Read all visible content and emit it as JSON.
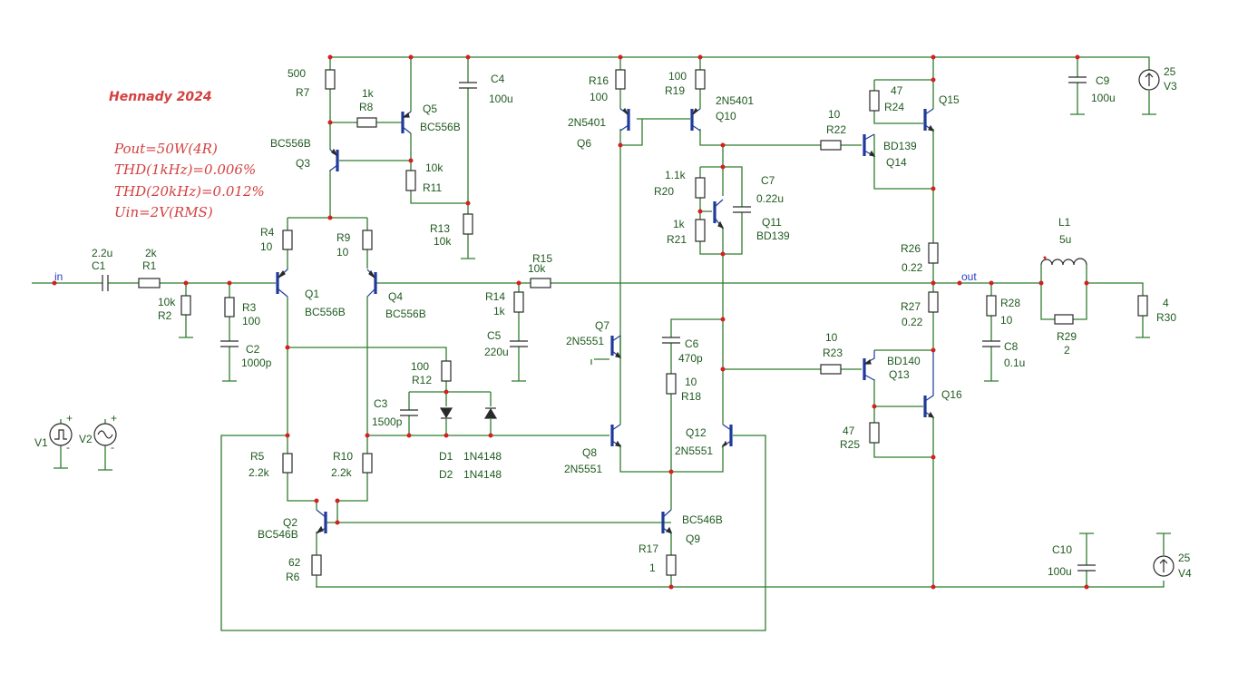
{
  "title": "Hennady 2024",
  "notes": [
    "Pout=50W(4R)",
    "THD(1kHz)=0.006%",
    "THD(20kHz)=0.012%",
    "Uin=2V(RMS)"
  ],
  "nets": {
    "input": "in",
    "output": "out"
  },
  "labels": {
    "C1": "C1",
    "C1_v": "2.2u",
    "R1": "R1",
    "R1_v": "2k",
    "R2": "R2",
    "R2_v": "10k",
    "R3": "R3",
    "R3_v": "100",
    "C2": "C2",
    "C2_v": "1000p",
    "R4": "R4",
    "R4_v": "10",
    "Q1": "Q1",
    "Q1_t": "BC556B",
    "R9": "R9",
    "R9_v": "10",
    "Q4": "Q4",
    "Q4_t": "BC556B",
    "R7": "R7",
    "R7_v": "500",
    "R8": "R8",
    "R8_v": "1k",
    "Q5": "Q5",
    "Q5_t": "BC556B",
    "Q3": "Q3",
    "Q3_t": "BC556B",
    "R11": "R11",
    "R11_v": "10k",
    "C4": "C4",
    "C4_v": "100u",
    "R13": "R13",
    "R13_v": "10k",
    "R15": "R15",
    "R15_v": "10k",
    "R14": "R14",
    "R14_v": "1k",
    "C5": "C5",
    "C5_v": "220u",
    "R12": "R12",
    "R12_v": "100",
    "C3": "C3",
    "C3_v": "1500p",
    "D1": "D1",
    "D1_t": "1N4148",
    "D2": "D2",
    "D2_t": "1N4148",
    "R5": "R5",
    "R5_v": "2.2k",
    "R10": "R10",
    "R10_v": "2.2k",
    "Q2": "Q2",
    "Q2_t": "BC546B",
    "R6": "R6",
    "R6_v": "62",
    "Q9": "Q9",
    "Q9_t": "BC546B",
    "R17": "R17",
    "R17_v": "1",
    "R16": "R16",
    "R16_v": "100",
    "Q6": "Q6",
    "Q6_t": "2N5401",
    "R19": "R19",
    "R19_v": "100",
    "Q10": "Q10",
    "Q10_t": "2N5401",
    "R20": "R20",
    "R20_v": "1.1k",
    "R21": "R21",
    "R21_v": "1k",
    "C7": "C7",
    "C7_v": "0.22u",
    "Q11": "Q11",
    "Q11_t": "BD139",
    "Q7": "Q7",
    "Q7_t": "2N5551",
    "C6": "C6",
    "C6_v": "470p",
    "R18": "R18",
    "R18_v": "10",
    "Q8": "Q8",
    "Q8_t": "2N5551",
    "Q12": "Q12",
    "Q12_t": "2N5551",
    "R22": "R22",
    "R22_v": "10",
    "Q14": "Q14",
    "Q14_t": "BD139",
    "R24": "R24",
    "R24_v": "47",
    "Q15": "Q15",
    "R26": "R26",
    "R26_v": "0.22",
    "R27": "R27",
    "R27_v": "0.22",
    "R23": "R23",
    "R23_v": "10",
    "Q13": "Q13",
    "Q13_t": "BD140",
    "Q16": "Q16",
    "R25": "R25",
    "R25_v": "47",
    "C9": "C9",
    "C9_v": "100u",
    "V3": "V3",
    "V3_v": "25",
    "R28": "R28",
    "R28_v": "10",
    "C8": "C8",
    "C8_v": "0.1u",
    "L1": "L1",
    "L1_v": "5u",
    "R29": "R29",
    "R29_v": "2",
    "R30": "R30",
    "R30_v": "4",
    "C10": "C10",
    "C10_v": "100u",
    "V4": "V4",
    "V4_v": "25",
    "V1": "V1",
    "V2": "V2"
  }
}
